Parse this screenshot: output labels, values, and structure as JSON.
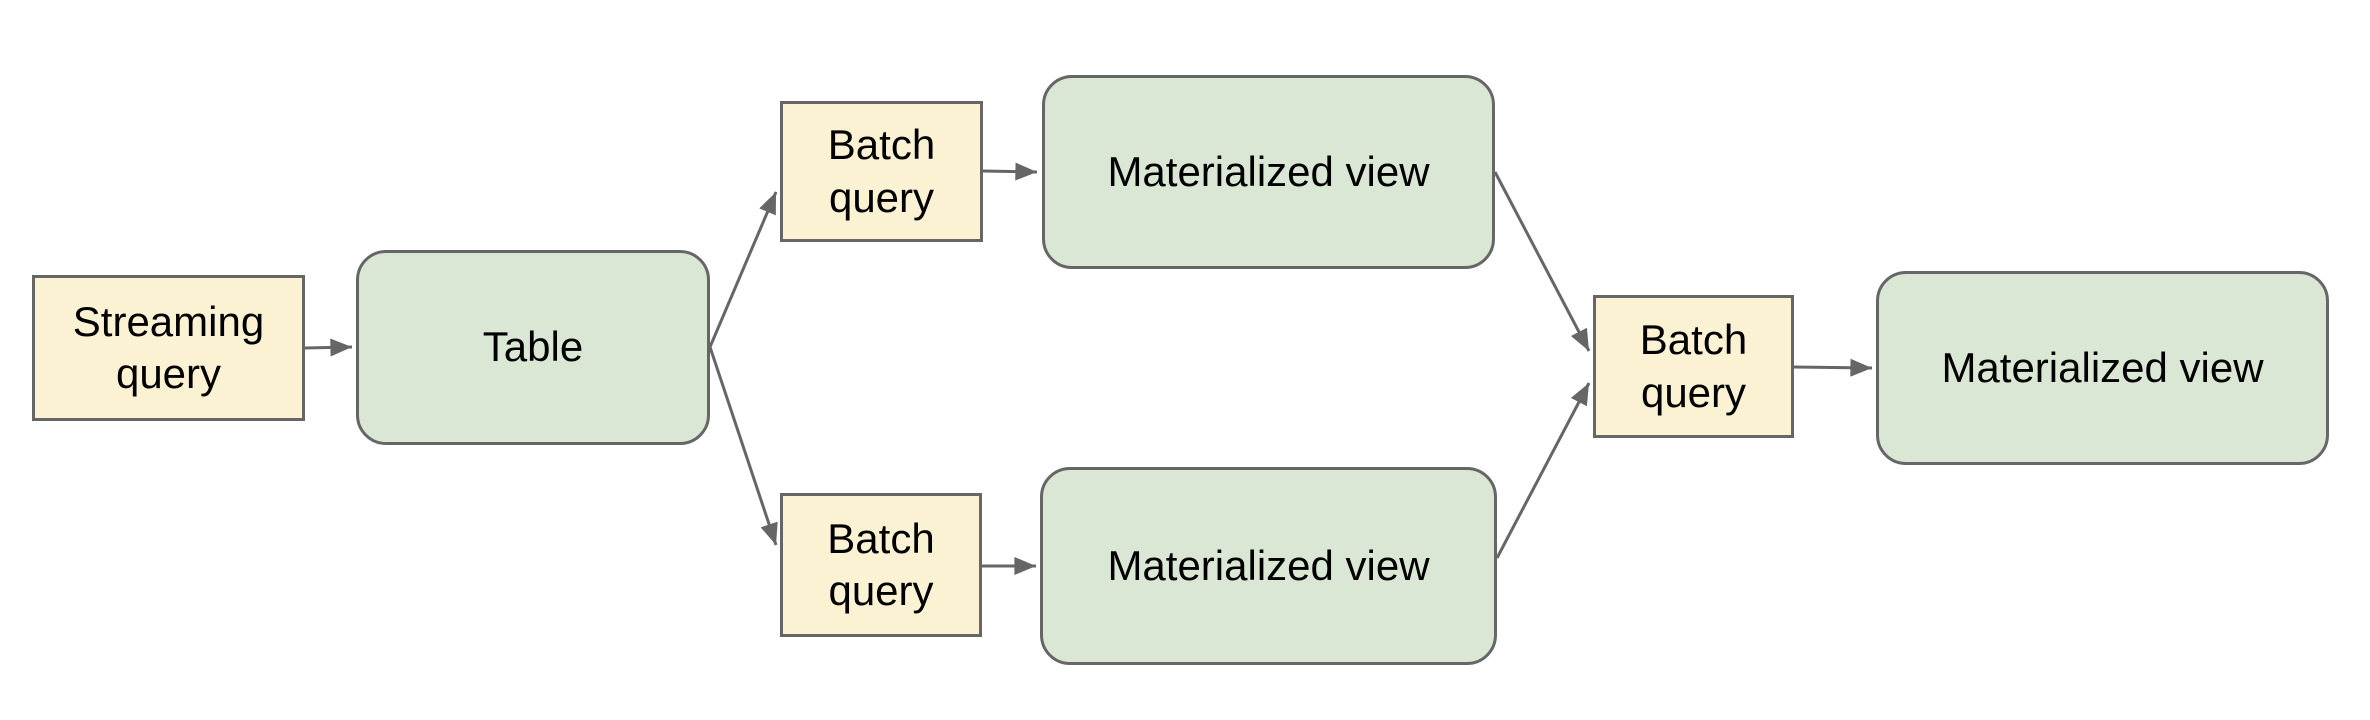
{
  "diagram": {
    "nodes": {
      "streaming_query": {
        "label": "Streaming query",
        "kind": "query"
      },
      "table": {
        "label": "Table",
        "kind": "store"
      },
      "batch_query_top": {
        "label": "Batch query",
        "kind": "query"
      },
      "materialized_view_top": {
        "label": "Materialized view",
        "kind": "store"
      },
      "batch_query_bottom": {
        "label": "Batch query",
        "kind": "query"
      },
      "materialized_view_bottom": {
        "label": "Materialized view",
        "kind": "store"
      },
      "batch_query_merge": {
        "label": "Batch query",
        "kind": "query"
      },
      "materialized_view_final": {
        "label": "Materialized view",
        "kind": "store"
      }
    },
    "flow": [
      {
        "from": "streaming_query",
        "to": "table"
      },
      {
        "from": "table",
        "to": "batch_query_top"
      },
      {
        "from": "table",
        "to": "batch_query_bottom"
      },
      {
        "from": "batch_query_top",
        "to": "materialized_view_top"
      },
      {
        "from": "batch_query_bottom",
        "to": "materialized_view_bottom"
      },
      {
        "from": "materialized_view_top",
        "to": "batch_query_merge"
      },
      {
        "from": "materialized_view_bottom",
        "to": "batch_query_merge"
      },
      {
        "from": "batch_query_merge",
        "to": "materialized_view_final"
      }
    ],
    "colors": {
      "query_fill": "#FBF2D3",
      "view_fill": "#DAE7D4",
      "stroke": "#666666",
      "text": "#000000",
      "background": "#FFFFFF"
    }
  }
}
